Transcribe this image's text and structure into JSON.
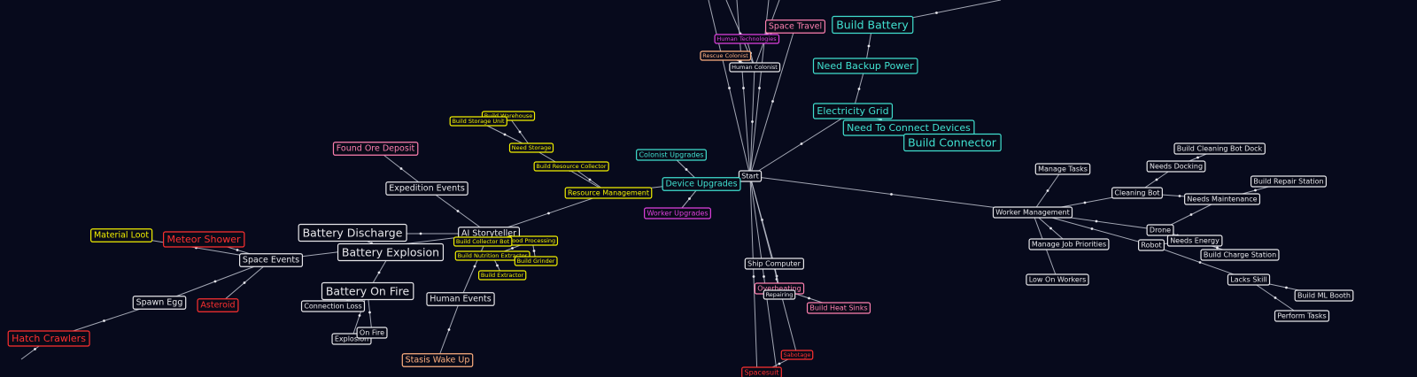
{
  "colors": {
    "background": "#070a1c",
    "white": "#e6e6ea",
    "cyan": "#40e0d0",
    "yellow": "#f2f000",
    "red": "#ff3030",
    "pink": "#ff80b0",
    "magenta": "#e040e0",
    "peach": "#ffb080",
    "edge": "#bfc3cf"
  },
  "nodes": [
    {
      "id": "start",
      "label": "Start",
      "color": "white",
      "size": "xs"
    },
    {
      "id": "build_battery",
      "label": "Build Battery",
      "color": "cyan",
      "size": "lg"
    },
    {
      "id": "need_backup",
      "label": "Need Backup Power",
      "color": "cyan",
      "size": "md"
    },
    {
      "id": "electricity_grid",
      "label": "Electricity Grid",
      "color": "cyan",
      "size": "md"
    },
    {
      "id": "need_connect",
      "label": "Need To Connect Devices",
      "color": "cyan",
      "size": "md"
    },
    {
      "id": "build_connector",
      "label": "Build Connector",
      "color": "cyan",
      "size": "lg"
    },
    {
      "id": "space_travel",
      "label": "Space Travel",
      "color": "pink",
      "size": "sm"
    },
    {
      "id": "found_ore",
      "label": "Found Ore Deposit",
      "color": "pink",
      "size": "sm"
    },
    {
      "id": "expedition",
      "label": "Expedition Events",
      "color": "white",
      "size": "sm"
    },
    {
      "id": "battery_discharge",
      "label": "Battery Discharge",
      "color": "white",
      "size": "lg"
    },
    {
      "id": "battery_explosion",
      "label": "Battery Explosion",
      "color": "white",
      "size": "lg"
    },
    {
      "id": "battery_fire",
      "label": "Battery On Fire",
      "color": "white",
      "size": "lg"
    },
    {
      "id": "ai_storyteller",
      "label": "AI Storyteller",
      "color": "white",
      "size": "sm"
    },
    {
      "id": "human_events",
      "label": "Human Events",
      "color": "white",
      "size": "sm"
    },
    {
      "id": "stasis",
      "label": "Stasis Wake Up",
      "color": "peach",
      "size": "sm"
    },
    {
      "id": "connection_loss",
      "label": "Connection Loss",
      "color": "white",
      "size": "xs"
    },
    {
      "id": "explosion",
      "label": "Explosion",
      "color": "white",
      "size": "xs"
    },
    {
      "id": "on_fire",
      "label": "On Fire",
      "color": "white",
      "size": "xs"
    },
    {
      "id": "space_events",
      "label": "Space Events",
      "color": "white",
      "size": "sm"
    },
    {
      "id": "material_loot",
      "label": "Material Loot",
      "color": "yellow",
      "size": "sm"
    },
    {
      "id": "meteor",
      "label": "Meteor Shower",
      "color": "red",
      "size": "md"
    },
    {
      "id": "asteroid",
      "label": "Asteroid",
      "color": "red",
      "size": "sm"
    },
    {
      "id": "spawn_egg",
      "label": "Spawn Egg",
      "color": "white",
      "size": "sm"
    },
    {
      "id": "hatch",
      "label": "Hatch Crawlers",
      "color": "red",
      "size": "md"
    },
    {
      "id": "device_upgrades",
      "label": "Device Upgrades",
      "color": "cyan",
      "size": "sm"
    },
    {
      "id": "colonist_upgrades",
      "label": "Colonist Upgrades",
      "color": "cyan",
      "size": "xs"
    },
    {
      "id": "worker_upgrades",
      "label": "Worker Upgrades",
      "color": "magenta",
      "size": "xs"
    },
    {
      "id": "resource_mgmt",
      "label": "Resource Management",
      "color": "yellow",
      "size": "xs"
    },
    {
      "id": "ship_computer",
      "label": "Ship Computer",
      "color": "white",
      "size": "xs"
    },
    {
      "id": "overheating",
      "label": "Overheating",
      "color": "pink",
      "size": "xs"
    },
    {
      "id": "build_heat_sinks",
      "label": "Build Heat Sinks",
      "color": "pink",
      "size": "xs"
    },
    {
      "id": "worker_mgmt",
      "label": "Worker Management",
      "color": "white",
      "size": "xs"
    },
    {
      "id": "manage_tasks",
      "label": "Manage Tasks",
      "color": "white",
      "size": "xs"
    },
    {
      "id": "manage_job",
      "label": "Manage Job Priorities",
      "color": "white",
      "size": "xs"
    },
    {
      "id": "low_workers",
      "label": "Low On Workers",
      "color": "white",
      "size": "xs"
    },
    {
      "id": "cleaning_bot",
      "label": "Cleaning Bot",
      "color": "white",
      "size": "xs"
    },
    {
      "id": "build_cleaning_dock",
      "label": "Build Cleaning Bot Dock",
      "color": "white",
      "size": "xs"
    },
    {
      "id": "needs_docking",
      "label": "Needs Docking",
      "color": "white",
      "size": "xs"
    },
    {
      "id": "needs_maint",
      "label": "Needs Maintenance",
      "color": "white",
      "size": "xs"
    },
    {
      "id": "build_repair",
      "label": "Build Repair Station",
      "color": "white",
      "size": "xs"
    },
    {
      "id": "drone",
      "label": "Drone",
      "color": "white",
      "size": "xs"
    },
    {
      "id": "needs_energy",
      "label": "Needs Energy",
      "color": "white",
      "size": "xs"
    },
    {
      "id": "robot",
      "label": "Robot",
      "color": "white",
      "size": "xs"
    },
    {
      "id": "build_charge",
      "label": "Build Charge Station",
      "color": "white",
      "size": "xs"
    },
    {
      "id": "lacks_skill",
      "label": "Lacks Skill",
      "color": "white",
      "size": "xs"
    },
    {
      "id": "build_ml",
      "label": "Build ML Booth",
      "color": "white",
      "size": "xs"
    },
    {
      "id": "perform_tasks",
      "label": "Perform Tasks",
      "color": "white",
      "size": "xs"
    },
    {
      "id": "tiny_1",
      "label": "Build Warehouse",
      "color": "yellow",
      "size": "xxs"
    },
    {
      "id": "tiny_2",
      "label": "Build Storage Unit",
      "color": "yellow",
      "size": "xxs"
    },
    {
      "id": "tiny_3",
      "label": "Need Storage",
      "color": "yellow",
      "size": "xxs"
    },
    {
      "id": "tiny_4",
      "label": "Build Resource Collector",
      "color": "yellow",
      "size": "xxs"
    },
    {
      "id": "tiny_5",
      "label": "Build Nutrition Extractor",
      "color": "yellow",
      "size": "xxs"
    },
    {
      "id": "tiny_6",
      "label": "Build Extractor",
      "color": "yellow",
      "size": "xxs"
    },
    {
      "id": "tiny_7",
      "label": "Build Grinder",
      "color": "yellow",
      "size": "xxs"
    },
    {
      "id": "tiny_8",
      "label": "Food Processing",
      "color": "yellow",
      "size": "xxs"
    },
    {
      "id": "tiny_9",
      "label": "Build Collector Bot",
      "color": "yellow",
      "size": "xxs"
    },
    {
      "id": "tiny_10",
      "label": "Human Technologies",
      "color": "magenta",
      "size": "xxs"
    },
    {
      "id": "tiny_11",
      "label": "Rescue Colonist",
      "color": "peach",
      "size": "xxs"
    },
    {
      "id": "tiny_12",
      "label": "Sabotage",
      "color": "red",
      "size": "xxs"
    },
    {
      "id": "tiny_13",
      "label": "Spacesuit",
      "color": "red",
      "size": "xs"
    },
    {
      "id": "tiny_14",
      "label": "Repairing",
      "color": "white",
      "size": "xxs"
    },
    {
      "id": "tiny_15",
      "label": "Human Colonist",
      "color": "white",
      "size": "xxs"
    }
  ]
}
